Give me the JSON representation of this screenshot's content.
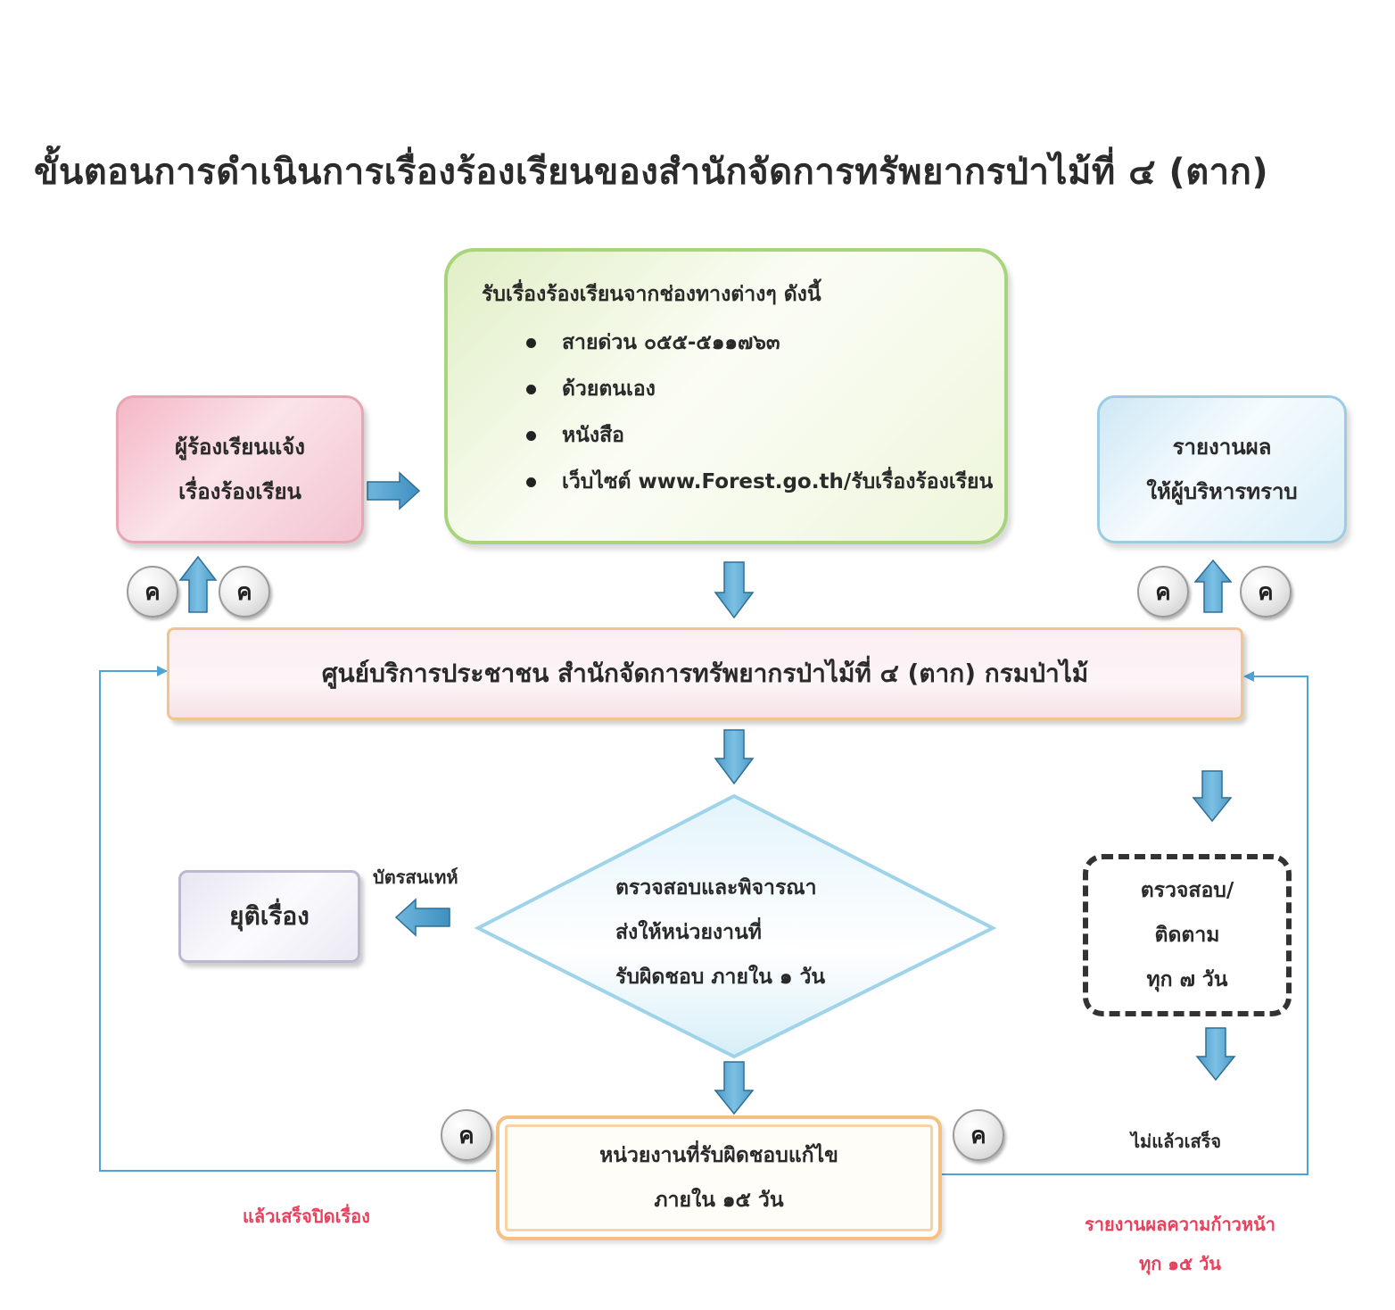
{
  "title": "ขั้นตอนการดำเนินการเรื่องร้องเรียนของสำนักจัดการทรัพยากรป่าไม้ที่ ๔ (ตาก)",
  "complainant_box": {
    "line1": "ผู้ร้องเรียนแจ้ง",
    "line2": "เรื่องร้องเรียน"
  },
  "channels_box": {
    "heading": "รับเรื่องร้องเรียนจากช่องทางต่างๆ ดังนี้",
    "items": [
      "สายด่วน ๐๕๕-๕๑๑๗๖๓",
      "ด้วยตนเอง",
      "หนังสือ",
      "เว็บไซต์ www.Forest.go.th/รับเรื่องร้องเรียน"
    ]
  },
  "report_box": {
    "line1": "รายงานผล",
    "line2": "ให้ผู้บริหารทราบ"
  },
  "center_box": {
    "label": "ศูนย์บริการประชาชน สำนักจัดการทรัพยากรป่าไม้ที่ ๔ (ตาก) กรมป่าไม้"
  },
  "decision": {
    "line1": "ตรวจสอบและพิจารณา",
    "line2": "ส่งให้หน่วยงานที่",
    "line3": "รับผิดชอบ ภายใน ๑ วัน"
  },
  "end_box": {
    "label": "ยุติเรื่อง"
  },
  "card_label": "บัตรสนเทห์",
  "followup_box": {
    "line1": "ตรวจสอบ/",
    "line2": "ติดตาม",
    "line3": "ทุก ๗ วัน"
  },
  "not_done_label": "ไม่แล้วเสร็จ",
  "resolve_box": {
    "line1": "หน่วยงานที่รับผิดชอบแก้ไข",
    "line2": "ภายใน ๑๕ วัน"
  },
  "done_close_label": "แล้วเสร็จปิดเรื่อง",
  "progress_label": {
    "line1": "รายงานผลความก้าวหน้า",
    "line2": "ทุก ๑๕ วัน"
  },
  "colors": {
    "arrow_fill": "#5aa7d3",
    "connector_line": "#4ea3d6",
    "accent_red": "#e8415d"
  },
  "icons": [
    "clock-icon",
    "arrow-right-icon",
    "arrow-down-icon",
    "arrow-up-icon",
    "arrow-left-icon"
  ]
}
